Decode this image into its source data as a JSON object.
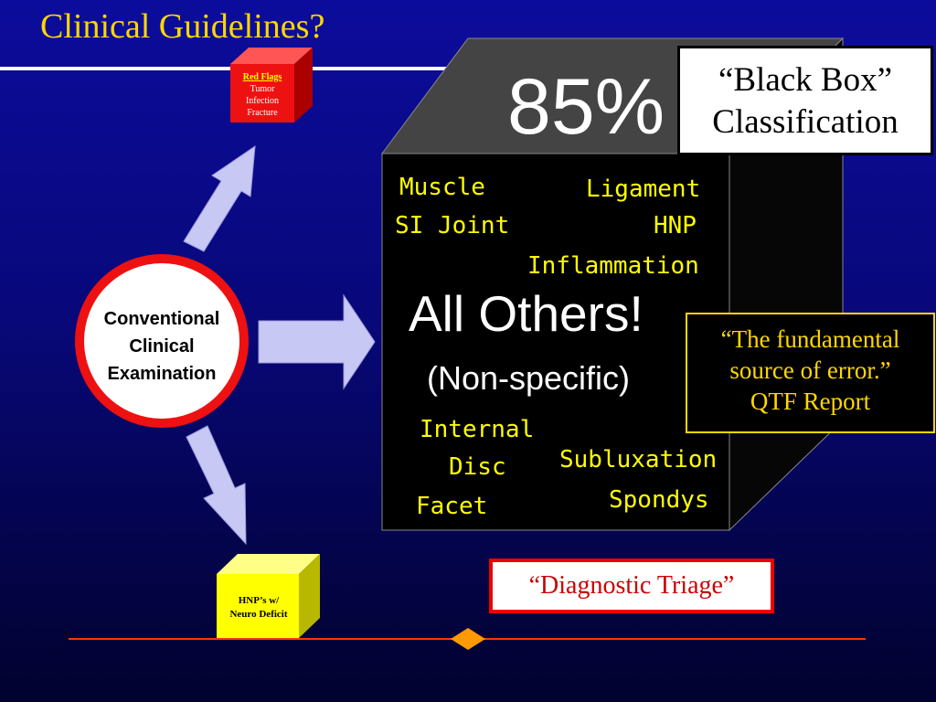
{
  "title": "Clinical Guidelines?",
  "circle": {
    "lines": [
      "Conventional",
      "Clinical",
      "Examination"
    ]
  },
  "red_flags": {
    "header": "Red Flags",
    "items": [
      "Tumor",
      "Infection",
      "Fracture"
    ]
  },
  "hnp_box": {
    "lines": [
      "HNP’s w/",
      "Neuro Deficit"
    ]
  },
  "big_box": {
    "percent": "85%",
    "heading": "All Others!",
    "subheading": "(Non-specific)",
    "conditions": {
      "muscle": "Muscle",
      "si_joint": "SI Joint",
      "ligament": "Ligament",
      "hnp": "HNP",
      "inflammation": "Inflammation",
      "internal": "Internal",
      "disc": "Disc",
      "facet": "Facet",
      "subluxation": "Subluxation",
      "spondys": "Spondys"
    }
  },
  "black_box_label": {
    "lines": [
      "“Black Box”",
      "Classification"
    ]
  },
  "quote": {
    "lines": [
      "“The fundamental",
      "source of error.”",
      "QTF Report"
    ]
  },
  "triage": "“Diagnostic Triage”",
  "colors": {
    "title": "#ffd700",
    "circle_border": "#ee1111",
    "red_box": "#ee1111",
    "yellow_box": "#ffff00",
    "condition_text": "#ffff00",
    "arrow_fill": "#c8c8f4",
    "diamond": "#ff9900"
  }
}
